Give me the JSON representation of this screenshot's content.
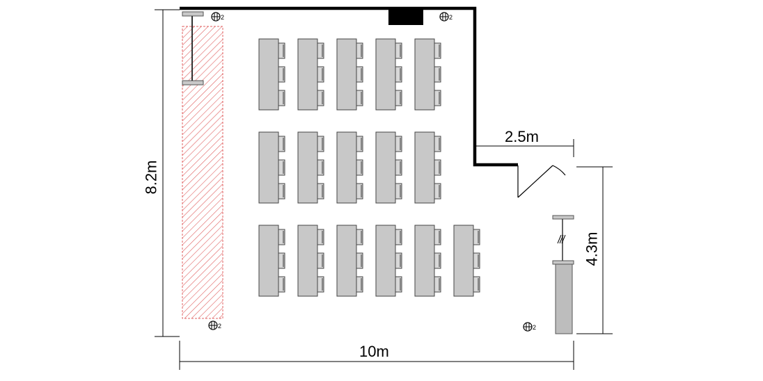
{
  "dimensions": {
    "height_total": "8.2m",
    "width_total": "10m",
    "notch_width": "2.5m",
    "right_height": "4.3m"
  },
  "floorplan": {
    "desk_rows": [
      {
        "row": 1,
        "desks": 5
      },
      {
        "row": 2,
        "desks": 5
      },
      {
        "row": 3,
        "desks": 6
      }
    ],
    "chairs_per_desk": 3,
    "outlets": [
      {
        "name": "outlet-top-left",
        "label": "2"
      },
      {
        "name": "outlet-top-right",
        "label": "2"
      },
      {
        "name": "outlet-bottom-left",
        "label": "2"
      },
      {
        "name": "outlet-bottom-right",
        "label": "2"
      }
    ],
    "colors": {
      "wall": "#000000",
      "desk": "#c8c8c8",
      "hatch": "#e06060",
      "cabinet": "#bdbdbd"
    }
  }
}
